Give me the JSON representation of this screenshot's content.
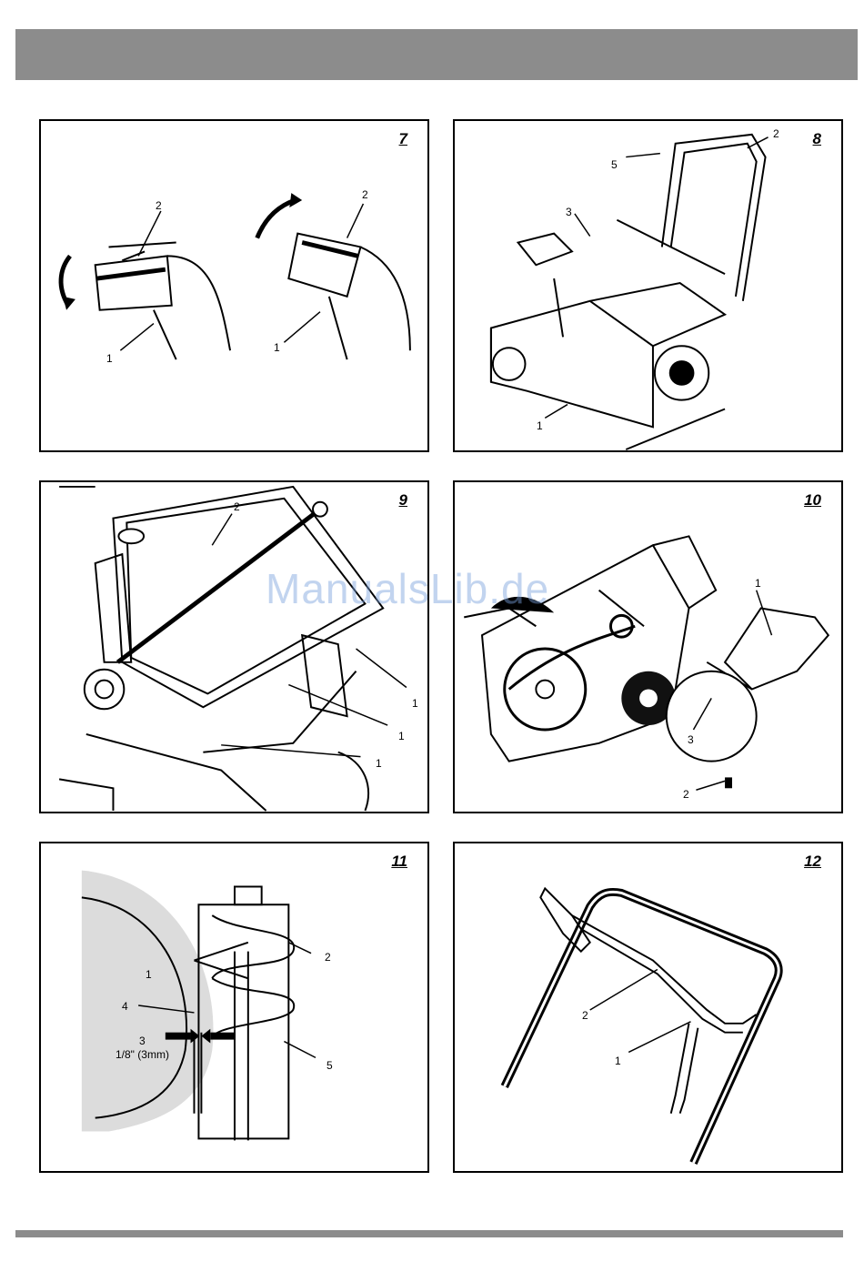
{
  "watermark": "ManualsLib.de",
  "figures": [
    {
      "number": "7",
      "labels": [
        "2",
        "2",
        "1",
        "1"
      ]
    },
    {
      "number": "8",
      "labels": [
        "2",
        "5",
        "3",
        "1"
      ]
    },
    {
      "number": "9",
      "labels": [
        "2",
        "1",
        "1",
        "1"
      ]
    },
    {
      "number": "10",
      "labels": [
        "1",
        "3",
        "2"
      ]
    },
    {
      "number": "11",
      "labels": [
        "2",
        "1",
        "4",
        "3",
        "1/8\" (3mm)",
        "5"
      ]
    },
    {
      "number": "12",
      "labels": [
        "2",
        "1"
      ]
    }
  ]
}
